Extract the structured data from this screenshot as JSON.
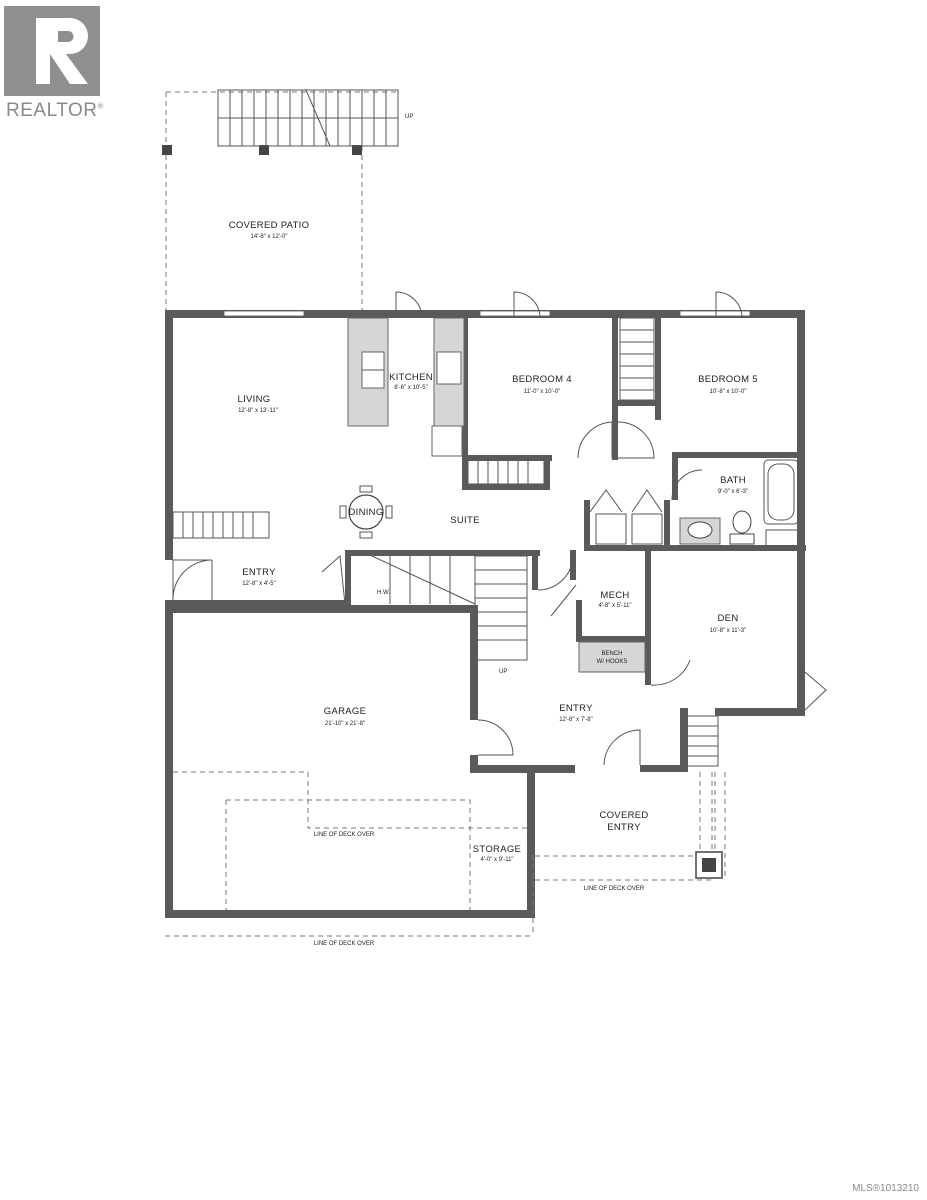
{
  "brand": {
    "name": "REALTOR",
    "reg_mark": "®"
  },
  "listing": {
    "mls": "MLS®1013210"
  },
  "rooms": {
    "covered_patio": {
      "name": "COVERED PATIO",
      "dim": "14'-8\" x 12'-0\""
    },
    "living": {
      "name": "LIVING",
      "dim": "12'-8\" x 13'-11\""
    },
    "kitchen": {
      "name": "KITCHEN",
      "dim": "8'-6\" x 10'-5\""
    },
    "bedroom4": {
      "name": "BEDROOM 4",
      "dim": "11'-0\" x 10'-0\""
    },
    "bedroom5": {
      "name": "BEDROOM 5",
      "dim": "10'-8\" x 10'-0\""
    },
    "bath": {
      "name": "BATH",
      "dim": "9'-0\" x 6'-3\""
    },
    "dining": {
      "name": "DINING"
    },
    "suite": {
      "name": "SUITE"
    },
    "entry_suite": {
      "name": "ENTRY",
      "dim": "12'-8\" x 4'-5\""
    },
    "mech": {
      "name": "MECH",
      "dim": "4'-8\" x 5'-11\""
    },
    "den": {
      "name": "DEN",
      "dim": "10'-8\" x 11'-3\""
    },
    "garage": {
      "name": "GARAGE",
      "dim": "21'-10\" x 21'-8\""
    },
    "entry_main": {
      "name": "ENTRY",
      "dim": "12'-8\" x 7'-8\""
    },
    "covered_entry": {
      "name_line1": "COVERED",
      "name_line2": "ENTRY"
    },
    "storage": {
      "name": "STORAGE",
      "dim": "4'-0\" x 9'-11\""
    }
  },
  "notes": {
    "up_top": "UP",
    "up_stair": "UP",
    "hw": "H.W.",
    "bench_line1": "BENCH",
    "bench_line2": "W/ HOOKS",
    "deck_over_garage": "LINE OF DECK OVER",
    "deck_over_entry": "LINE OF DECK OVER",
    "deck_over_bottom": "LINE OF DECK OVER"
  }
}
